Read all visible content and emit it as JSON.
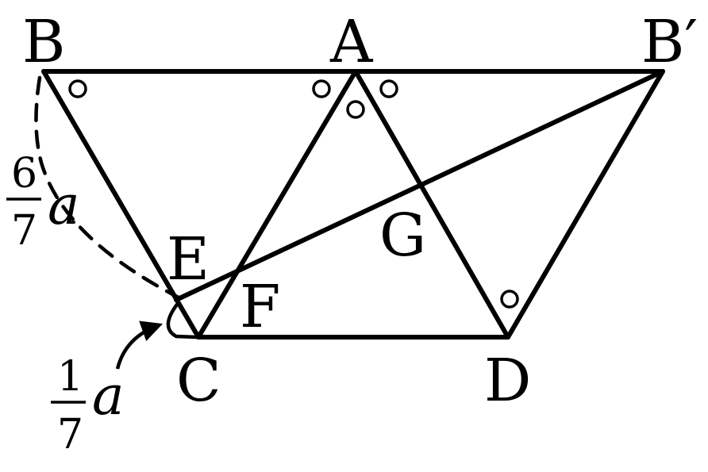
{
  "points": {
    "B": "B",
    "A": "A",
    "B_prime": "B′",
    "E": "E",
    "F": "F",
    "G": "G",
    "C": "C",
    "D": "D"
  },
  "annotations": {
    "upper_fraction": {
      "numerator": "6",
      "denominator": "7",
      "variable": "a"
    },
    "lower_fraction": {
      "numerator": "1",
      "denominator": "7",
      "variable": "a"
    }
  },
  "colors": {
    "stroke": "#000000",
    "background": "#ffffff"
  }
}
